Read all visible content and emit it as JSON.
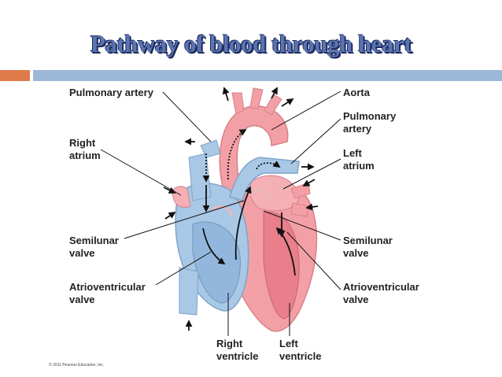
{
  "slide": {
    "title": "Pathway of blood through heart"
  },
  "labels": {
    "pulmonary_artery_left": "Pulmonary artery",
    "aorta": "Aorta",
    "pulmonary_artery_right_1": "Pulmonary",
    "pulmonary_artery_right_2": "artery",
    "right_atrium_1": "Right",
    "right_atrium_2": "atrium",
    "left_atrium_1": "Left",
    "left_atrium_2": "atrium",
    "semilunar_left_1": "Semilunar",
    "semilunar_left_2": "valve",
    "semilunar_right_1": "Semilunar",
    "semilunar_right_2": "valve",
    "av_left_1": "Atrioventricular",
    "av_left_2": "valve",
    "av_right_1": "Atrioventricular",
    "av_right_2": "valve",
    "right_ventricle_1": "Right",
    "right_ventricle_2": "ventricle",
    "left_ventricle_1": "Left",
    "left_ventricle_2": "ventricle"
  },
  "copyright": "© 2011 Pearson Education, Inc.",
  "colors": {
    "deoxygenated": "#a9c8e6",
    "oxygenated": "#f2a0a6",
    "title": "#5b74b4",
    "accent_orange": "#e07a4b",
    "accent_blue": "#9bb8d8"
  }
}
